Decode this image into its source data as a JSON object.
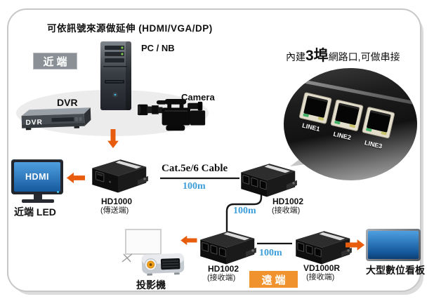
{
  "title": "可依訊號來源做延伸 (HDMI/VGA/DP)",
  "badges": {
    "near": "近端",
    "far": "遠端"
  },
  "sources": {
    "pc": "PC / NB",
    "dvr": "DVR",
    "dvr_front": "DVR",
    "camera": "Camera"
  },
  "callout": {
    "prefix": "內建",
    "highlight": "3埠",
    "suffix": "網路口,可做串接"
  },
  "ports": [
    "LINE1",
    "LINE2",
    "LINE3"
  ],
  "monitor": {
    "screen_text": "HDMI",
    "label": "近端 LED"
  },
  "cable": {
    "label": "Cat.5e/6 Cable",
    "lengths": [
      "100m",
      "100m",
      "100m"
    ]
  },
  "extenders": [
    {
      "model": "HD1000",
      "role": "(傳送端)"
    },
    {
      "model": "HD1002",
      "role": "(接收端)"
    },
    {
      "model": "HD1002",
      "role": "(接收端)"
    },
    {
      "model": "VD1000R",
      "role": "(接收端)"
    }
  ],
  "projector_label": "投影機",
  "signage_label": "大型數位看板",
  "colors": {
    "arrow": "#e85c0e",
    "near_badge": "#8a9095",
    "far_badge": "#f0922e",
    "cable_blue": "#3e9ed9",
    "screen_top": "#4f9fe0",
    "screen_bottom": "#155a9d"
  }
}
